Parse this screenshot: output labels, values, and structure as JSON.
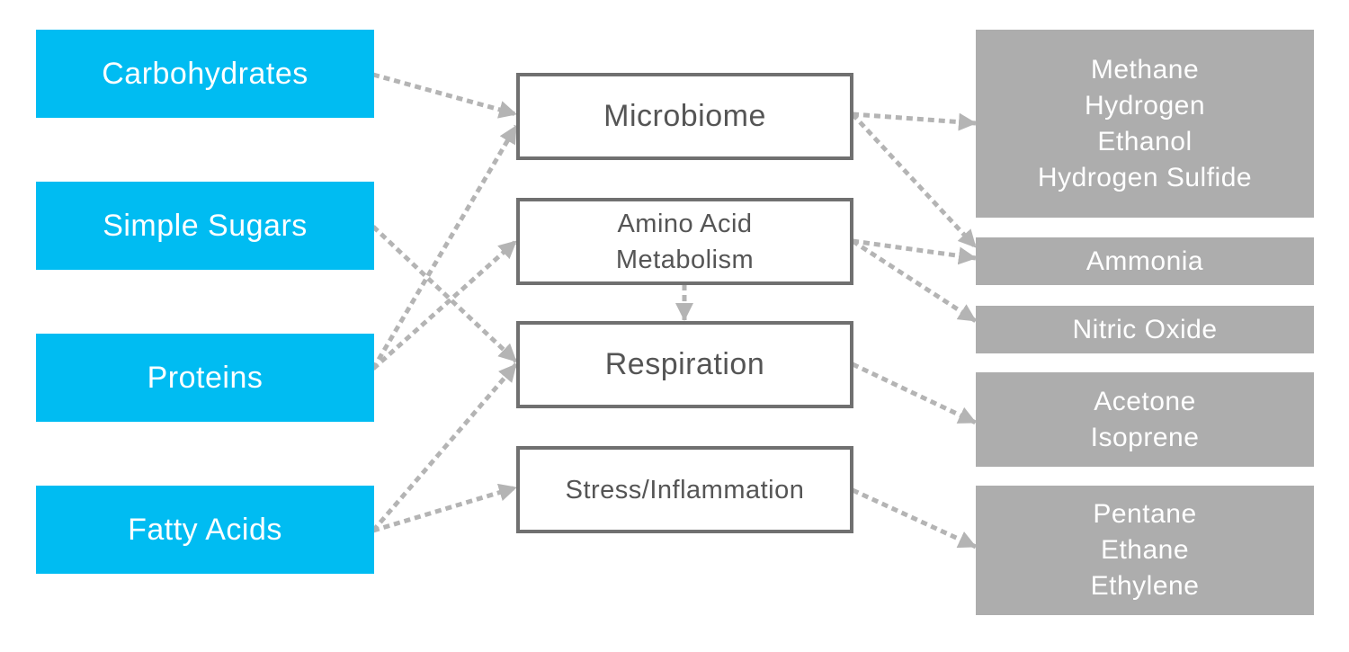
{
  "sources": {
    "carbohydrates": "Carbohydrates",
    "simple_sugars": "Simple Sugars",
    "proteins": "Proteins",
    "fatty_acids": "Fatty Acids"
  },
  "processes": {
    "microbiome": "Microbiome",
    "amino_acid_metabolism": [
      "Amino Acid",
      "Metabolism"
    ],
    "respiration": "Respiration",
    "stress_inflammation": "Stress/Inflammation"
  },
  "outputs": {
    "microbiome_gases": [
      "Methane",
      "Hydrogen",
      "Ethanol",
      "Hydrogen Sulfide"
    ],
    "ammonia": "Ammonia",
    "nitric_oxide": "Nitric Oxide",
    "respiration_gases": [
      "Acetone",
      "Isoprene"
    ],
    "stress_gases": [
      "Pentane",
      "Ethane",
      "Ethylene"
    ]
  },
  "colors": {
    "source_fill": "#00bcf2",
    "process_border": "#707070",
    "output_fill": "#adadad",
    "arrow": "#b4b4b4"
  }
}
